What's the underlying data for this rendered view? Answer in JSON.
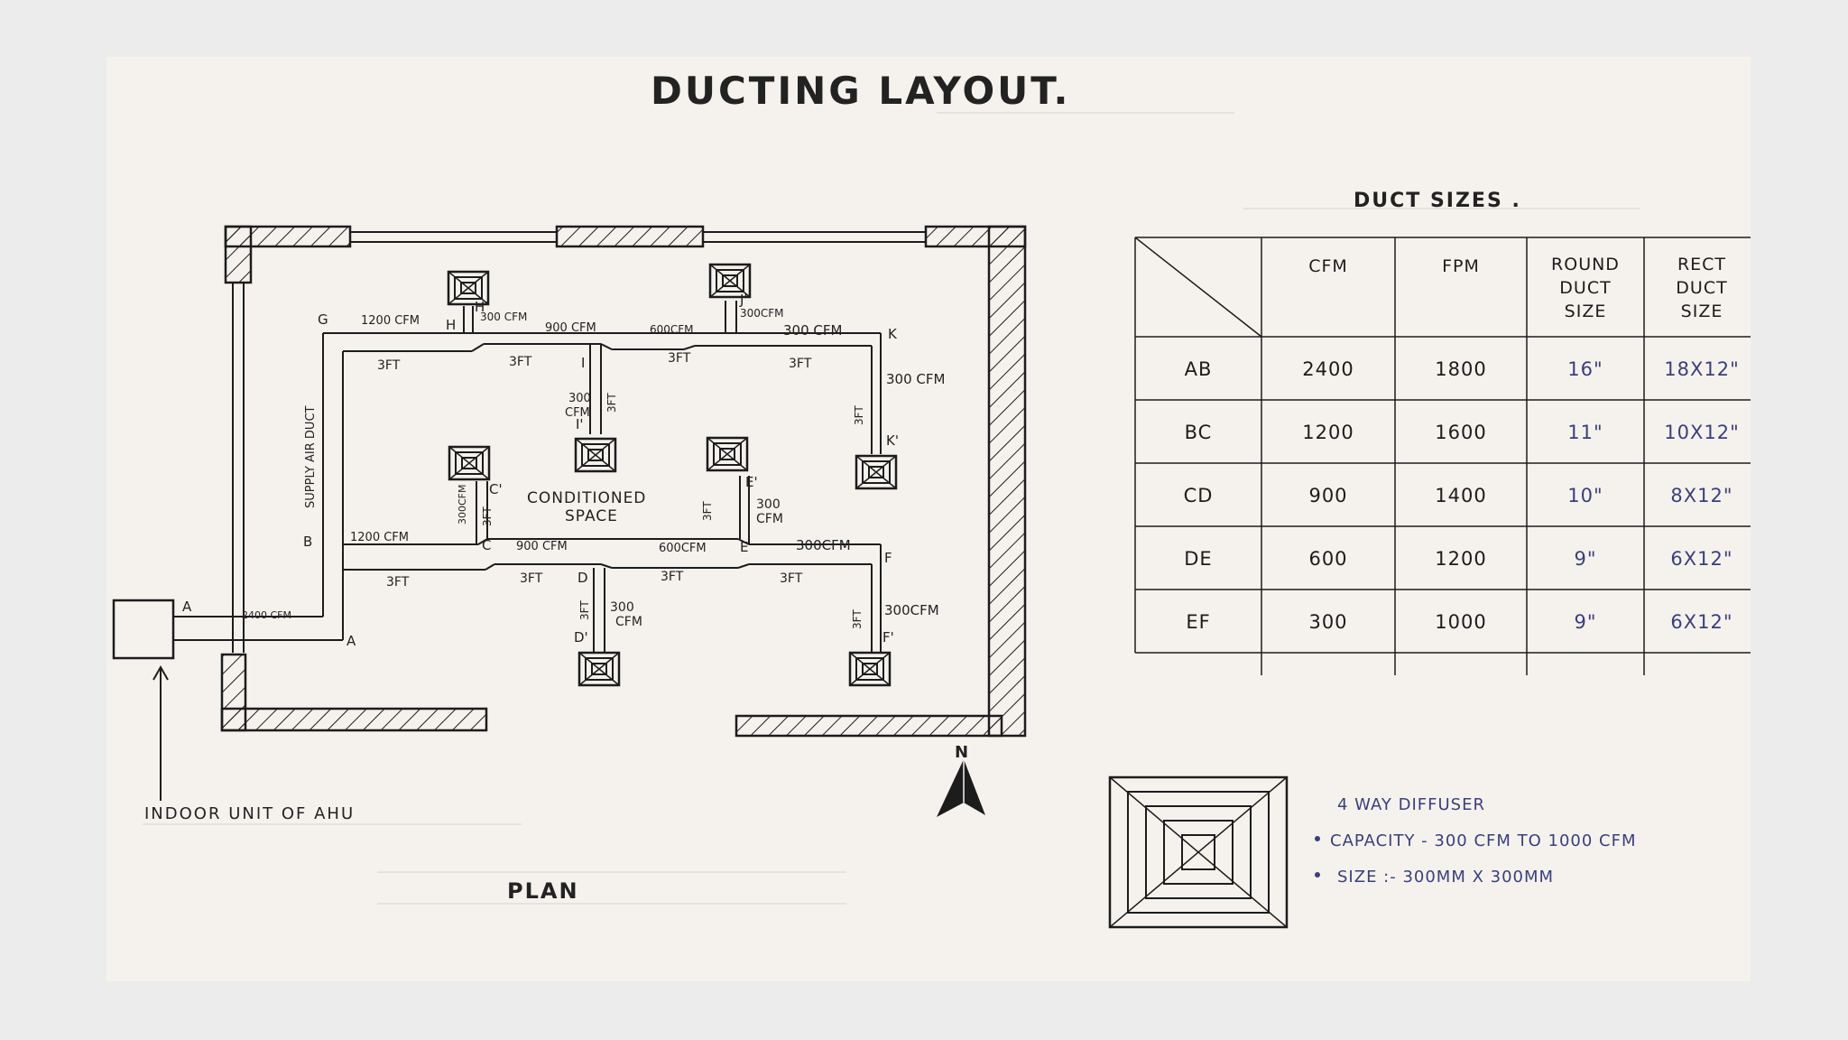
{
  "title": "DUCTING LAYOUT.",
  "plan_label": "PLAN",
  "indoor_unit_label": "INDOOR UNIT OF AHU",
  "north_label": "N",
  "space_label": [
    "CONDITIONED",
    "SPACE"
  ],
  "supply_duct_label": "SUPPLY AIR DUCT",
  "nodes": {
    "A": "A",
    "B": "B",
    "C": "C",
    "D": "D",
    "E": "E",
    "F": "F",
    "G": "G",
    "H": "H",
    "I": "I",
    "K": "K",
    "Hp": "H'",
    "Jp": "J'",
    "Ip": "I'",
    "Kp": "K'",
    "Cp": "C'",
    "Ep": "E'",
    "Dp": "D'",
    "Fp": "F'"
  },
  "flows": {
    "ab": "2400 CFM",
    "g_h": "1200 CFM",
    "h_prime": "300 CFM",
    "h_i": "900 CFM",
    "i_j": "600CFM",
    "j_prime": "300CFM",
    "j_k": "300 CFM",
    "k_prime": "300 CFM",
    "i_prime": [
      "300",
      "CFM"
    ],
    "b_c": "1200 CFM",
    "c_d": "900 CFM",
    "d_e": "600CFM",
    "e_f": "300CFM",
    "c_prime": "300CFM",
    "e_prime": [
      "300",
      "CFM"
    ],
    "d_prime": [
      "300",
      "CFM"
    ],
    "f_prime": "300CFM"
  },
  "dims": {
    "three_ft": "3FT",
    "three_ft_alt": "3F T"
  },
  "duct_table": {
    "title": "DUCT SIZES .",
    "headers": [
      "CFM",
      "FPM",
      "ROUND DUCT SIZE",
      "RECT DUCT SIZE"
    ],
    "header_lines": [
      [
        "CFM"
      ],
      [
        "FPM"
      ],
      [
        "ROUND",
        "DUCT",
        "SIZE"
      ],
      [
        "RECT",
        "DUCT",
        "SIZE"
      ]
    ],
    "rows": [
      {
        "segment": "AB",
        "cfm": "2400",
        "fpm": "1800",
        "round": "16\"",
        "rect": "18X12\""
      },
      {
        "segment": "BC",
        "cfm": "1200",
        "fpm": "1600",
        "round": "11\"",
        "rect": "10X12\""
      },
      {
        "segment": "CD",
        "cfm": "900",
        "fpm": "1400",
        "round": "10\"",
        "rect": "8X12\""
      },
      {
        "segment": "DE",
        "cfm": "600",
        "fpm": "1200",
        "round": "9\"",
        "rect": "6X12\""
      },
      {
        "segment": "EF",
        "cfm": "300",
        "fpm": "1000",
        "round": "9\"",
        "rect": "6X12\""
      }
    ]
  },
  "legend": {
    "heading": "4 WAY DIFFUSER",
    "capacity": "CAPACITY - 300 CFM TO 1000 CFM",
    "size": "SIZE :- 300MM X 300MM"
  },
  "colors": {
    "ink": "#1c1c1c",
    "blue_ink": "#3a3f7a",
    "paper": "#f5f2ee"
  }
}
